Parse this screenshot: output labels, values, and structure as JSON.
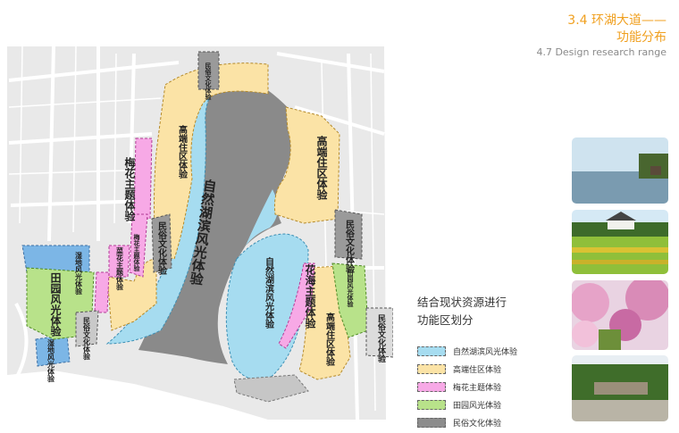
{
  "header": {
    "title_line1": "3.4 环湖大道——",
    "title_line2": "功能分布",
    "subtitle": "4.7 Design research range"
  },
  "summary": {
    "line1": "结合现状资源进行",
    "line2": "功能区划分"
  },
  "legend": [
    {
      "label": "自然湖滨风光体验",
      "color": "#a6dcf0"
    },
    {
      "label": "高端住区体验",
      "color": "#fbe3a6"
    },
    {
      "label": "梅花主题体验",
      "color": "#f7a9e6"
    },
    {
      "label": "田园风光体验",
      "color": "#b8e28a"
    },
    {
      "label": "民俗文化体验",
      "color": "#8c8c8c"
    }
  ],
  "map_labels": {
    "folk_top": "民俗文化体验",
    "highend_nw": "高端住区体验",
    "plum_west": "梅花主题体验",
    "natural_west": "自然湖滨风光体验",
    "folk_mid": "民俗文化体验",
    "highend_ne": "高端住区体验",
    "folk_east": "民俗文化体验",
    "wetland_west": "湿地风光体验",
    "pastoral_west": "田园风光体验",
    "plum_vegetable": "菜花主题体验",
    "plum_small": "梅花主题体验",
    "folk_sw": "民俗文化体验",
    "wetland_sw": "湿地风光体验",
    "natural_center": "自然湖滨风光体验",
    "flower_sea": "花海主题体验",
    "highend_se": "高端住区体验",
    "pastoral_east": "田园风光体验",
    "folk_se": "民俗文化体验"
  },
  "photos": [
    {
      "name": "lakeside-view-photo",
      "sky": "#cfe3ef",
      "ground": "#7a9bb0"
    },
    {
      "name": "farmland-photo",
      "sky": "#d5e9f5",
      "ground": "#8fbf3a"
    },
    {
      "name": "plum-blossom-photo",
      "sky": "#e9d3e2",
      "ground": "#c86aa3"
    },
    {
      "name": "village-gate-photo",
      "sky": "#e8eef3",
      "ground": "#3f6d2a"
    }
  ]
}
